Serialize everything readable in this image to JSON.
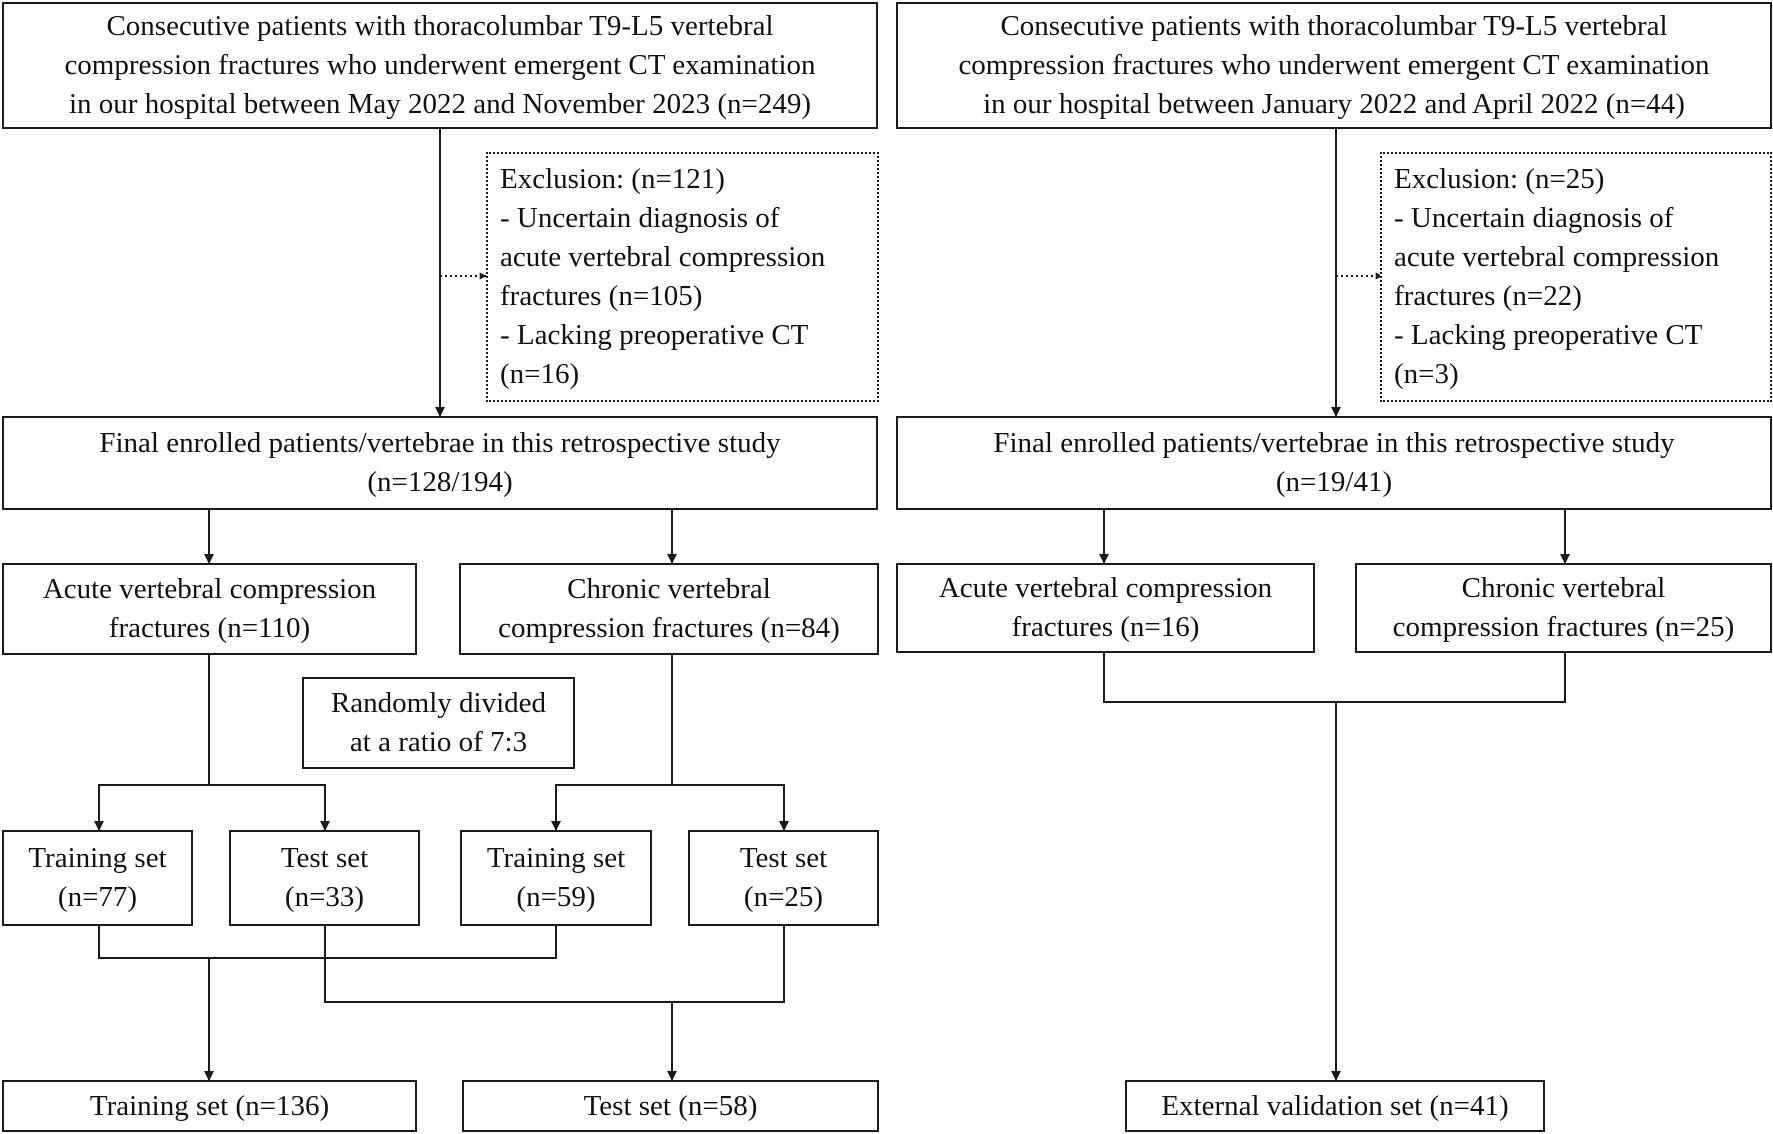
{
  "left": {
    "source": {
      "lines": [
        "Consecutive patients with thoracolumbar T9-L5 vertebral",
        "compression fractures who underwent emergent CT examination",
        "in our hospital between May 2022 and November 2023 (n=249)"
      ]
    },
    "exclusion": {
      "lines": [
        "Exclusion: (n=121)",
        "- Uncertain diagnosis of",
        "acute vertebral compression",
        "fractures (n=105)",
        "- Lacking preoperative CT",
        "(n=16)"
      ]
    },
    "enrolled": {
      "lines": [
        "Final enrolled patients/vertebrae in this retrospective study",
        "(n=128/194)"
      ]
    },
    "acute": {
      "lines": [
        "Acute vertebral compression",
        "fractures (n=110)"
      ]
    },
    "chronic": {
      "lines": [
        "Chronic vertebral",
        "compression fractures (n=84)"
      ]
    },
    "random_note": {
      "lines": [
        "Randomly divided",
        "at a ratio of 7:3"
      ]
    },
    "acute_train": {
      "lines": [
        "Training set",
        "(n=77)"
      ]
    },
    "acute_test": {
      "lines": [
        "Test set",
        "(n=33)"
      ]
    },
    "chronic_train": {
      "lines": [
        "Training set",
        "(n=59)"
      ]
    },
    "chronic_test": {
      "lines": [
        "Test set",
        "(n=25)"
      ]
    },
    "training_total": {
      "lines": [
        "Training set (n=136)"
      ]
    },
    "test_total": {
      "lines": [
        "Test set (n=58)"
      ]
    }
  },
  "right": {
    "source": {
      "lines": [
        "Consecutive patients with thoracolumbar T9-L5 vertebral",
        "compression fractures who underwent emergent CT examination",
        "in our hospital between January 2022 and April 2022 (n=44)"
      ]
    },
    "exclusion": {
      "lines": [
        "Exclusion: (n=25)",
        "- Uncertain diagnosis of",
        "acute vertebral compression",
        "fractures (n=22)",
        "- Lacking preoperative CT",
        "(n=3)"
      ]
    },
    "enrolled": {
      "lines": [
        "Final enrolled patients/vertebrae in this retrospective study",
        "(n=19/41)"
      ]
    },
    "acute": {
      "lines": [
        "Acute vertebral compression",
        "fractures (n=16)"
      ]
    },
    "chronic": {
      "lines": [
        "Chronic vertebral",
        "compression fractures (n=25)"
      ]
    },
    "external_validation": {
      "lines": [
        "External validation set (n=41)"
      ]
    }
  },
  "colors": {
    "stroke": "#1a1a1a",
    "text": "#111111",
    "background": "#ffffff"
  }
}
